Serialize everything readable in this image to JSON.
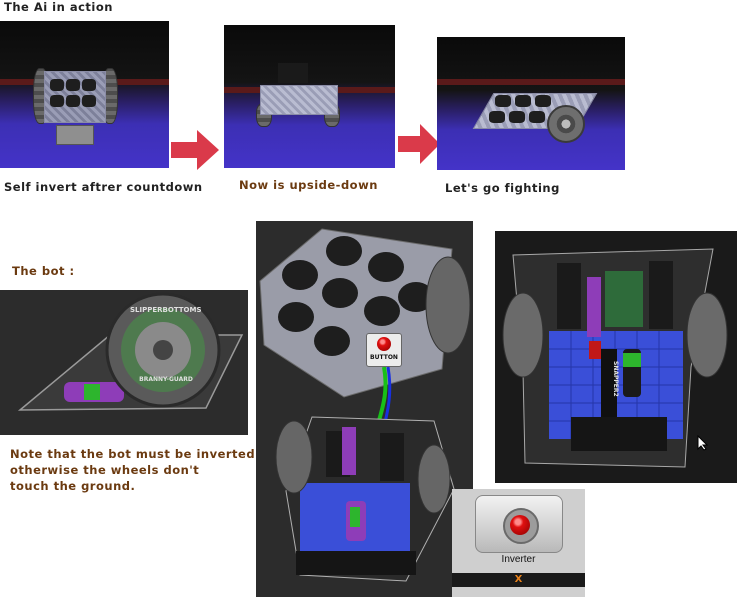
{
  "section_ai": {
    "heading": "The Ai in action",
    "captions": [
      "Self invert aftrer countdown",
      "Now is upside-down",
      "Let's go fighting"
    ]
  },
  "section_bot": {
    "heading": "The bot :",
    "note": [
      "Note that the bot must be inverted",
      "otherwise the wheels don't",
      "touch the ground."
    ],
    "wheel_print_top": "SLIPPERBOTTOMS",
    "wheel_print_bottom": "BRANNY-GUARD",
    "button_label": "BUTTON",
    "battery_label": "SNAPPER2"
  },
  "inverter_panel": {
    "label": "Inverter",
    "value": "X"
  },
  "colors": {
    "caption_dark": "#222222",
    "caption_brown": "#6b3a10",
    "arrow": "#d4182a",
    "arena_floor": "#4433c8",
    "chassis_grid": "#3a4fd8",
    "wire_green": "#18c018",
    "wire_blue": "#1830e0",
    "inverter_x": "#e6801a"
  }
}
